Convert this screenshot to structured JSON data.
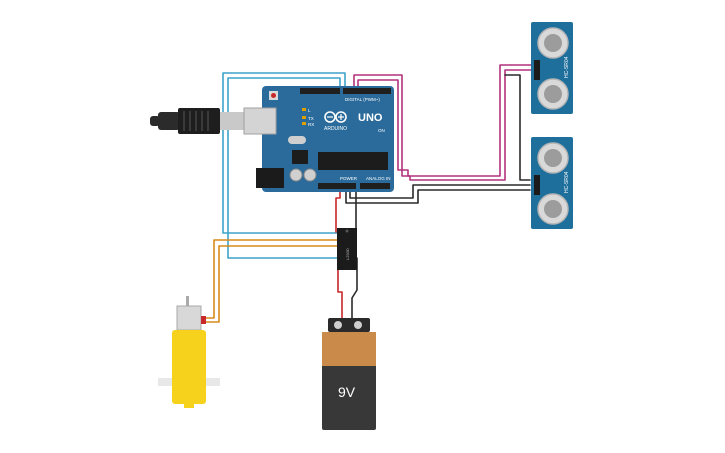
{
  "arduino": {
    "brand": "ARDUINO",
    "model": "UNO",
    "digital_label": "DIGITAL (PWM~)",
    "power_label": "POWER",
    "analog_label": "ANALOG IN",
    "tx_label": "TX",
    "rx_label": "RX",
    "l_label": "L",
    "on_label": "ON"
  },
  "battery": {
    "voltage_label": "9V"
  },
  "driver": {
    "chip_label": "L293D"
  },
  "sensors": [
    {
      "label": "HC-SR04"
    },
    {
      "label": "HC-SR04"
    }
  ],
  "colors": {
    "board": "#2a6b9b",
    "board_header": "#1f1f1f",
    "wire_cyan": "#3fa4c9",
    "wire_magenta": "#b4327d",
    "wire_black": "#2a2a2a",
    "wire_red": "#c7282a",
    "wire_orange": "#d98a1a",
    "motor_yellow": "#f6d21c",
    "battery_copper": "#c98a4a",
    "battery_body": "#383838",
    "sensor_blue": "#1f6f9c"
  },
  "icons": {
    "usb": "usb-plug-icon",
    "infinity": "arduino-logo-icon"
  }
}
